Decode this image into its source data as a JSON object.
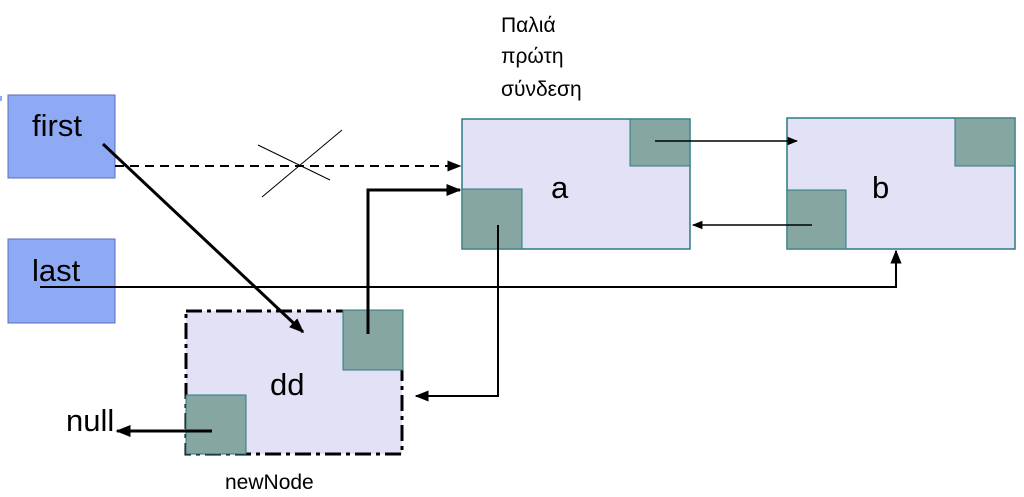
{
  "caption_lines": [
    "Παλιά",
    "πρώτη",
    "σύνδεση"
  ],
  "pointers": {
    "first": "first",
    "last": "last"
  },
  "nodes": {
    "a": "a",
    "b": "b",
    "dd": "dd"
  },
  "null_label": "null",
  "new_node_label": "newNode",
  "colors": {
    "pointer_box": "#8faaf5",
    "pointer_border": "#5a6fb8",
    "node_fill": "#e3e1f5",
    "node_border": "#2b7a83",
    "link_cell": "#86a6a2",
    "line": "#000000"
  }
}
